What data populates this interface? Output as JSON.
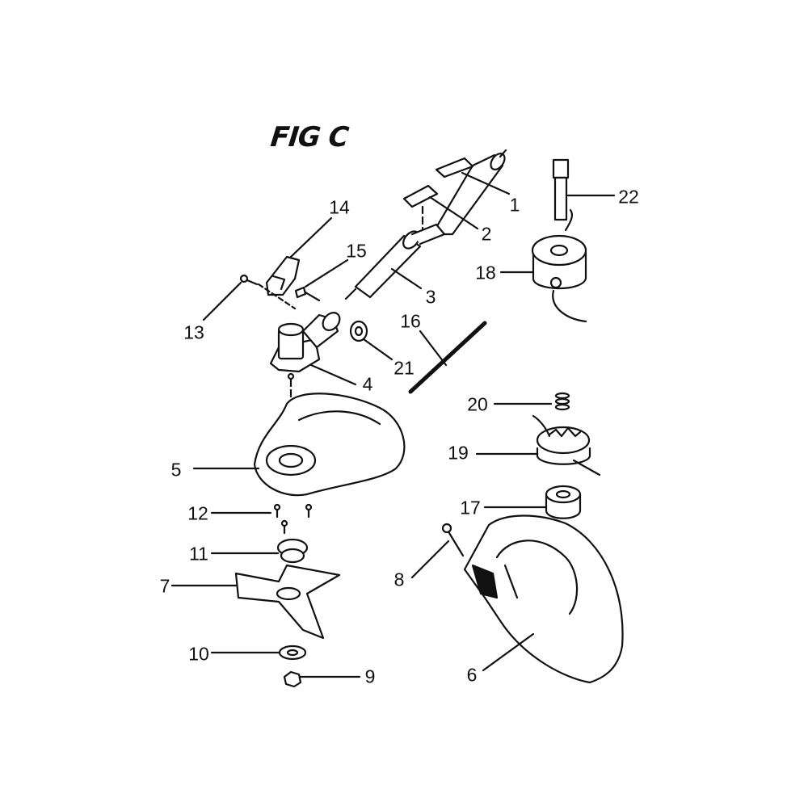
{
  "figure": {
    "title": "FIG C"
  },
  "parts": [
    {
      "id": "1",
      "label": "1"
    },
    {
      "id": "2",
      "label": "2"
    },
    {
      "id": "3",
      "label": "3"
    },
    {
      "id": "4",
      "label": "4"
    },
    {
      "id": "5",
      "label": "5"
    },
    {
      "id": "6",
      "label": "6"
    },
    {
      "id": "7",
      "label": "7"
    },
    {
      "id": "8",
      "label": "8"
    },
    {
      "id": "9",
      "label": "9"
    },
    {
      "id": "10",
      "label": "10"
    },
    {
      "id": "11",
      "label": "11"
    },
    {
      "id": "12",
      "label": "12"
    },
    {
      "id": "13",
      "label": "13"
    },
    {
      "id": "14",
      "label": "14"
    },
    {
      "id": "15",
      "label": "15"
    },
    {
      "id": "16",
      "label": "16"
    },
    {
      "id": "17",
      "label": "17"
    },
    {
      "id": "18",
      "label": "18"
    },
    {
      "id": "19",
      "label": "19"
    },
    {
      "id": "20",
      "label": "20"
    },
    {
      "id": "21",
      "label": "21"
    },
    {
      "id": "22",
      "label": "22"
    }
  ]
}
